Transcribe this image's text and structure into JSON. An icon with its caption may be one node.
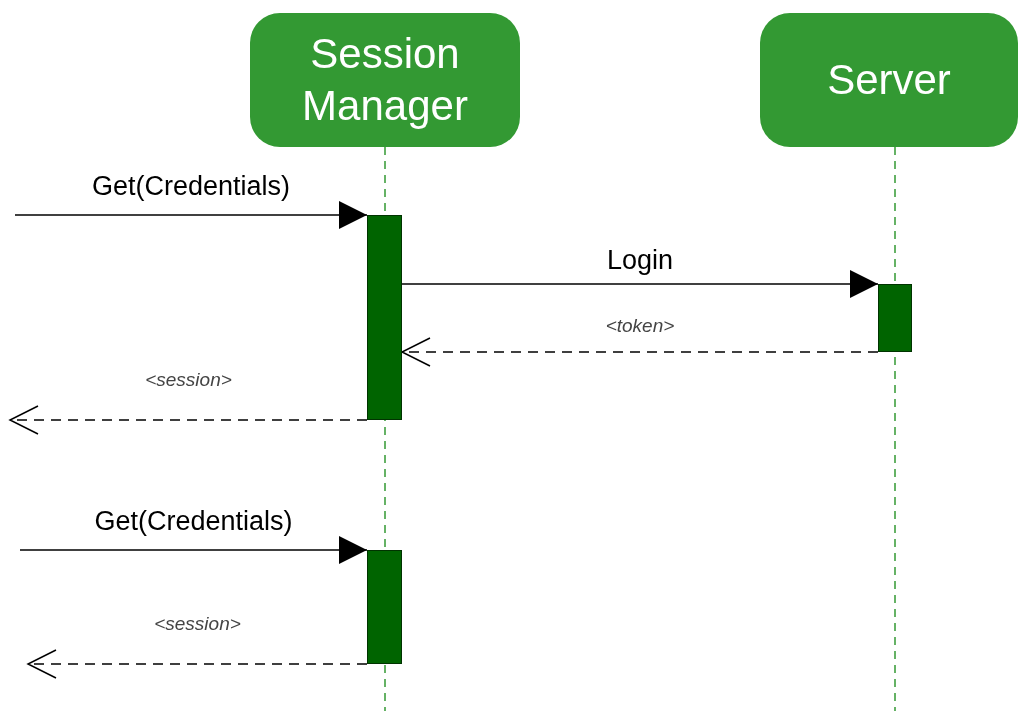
{
  "diagram": {
    "nodes": [
      {
        "text": [
          "Session Manager"
        ]
      },
      {
        "text": [
          "Server"
        ]
      },
      {
        "text": [],
        "shape": "bar"
      },
      {
        "text": [],
        "shape": "bar"
      },
      {
        "text": [],
        "shape": "bar"
      }
    ],
    "edges": [
      {
        "from": null,
        "to": 2,
        "arrow": "to",
        "label": "Get(Credentials)"
      },
      {
        "from": 2,
        "to": 3,
        "arrow": "to",
        "label": "Login"
      },
      {
        "from": 3,
        "to": 2,
        "arrow": "to",
        "label": "<token>",
        "style": "dashed"
      },
      {
        "from": 2,
        "to": null,
        "arrow": "to",
        "label": "<session>",
        "style": "dashed"
      },
      {
        "from": null,
        "to": 4,
        "arrow": "to",
        "label": "Get(Credentials)"
      },
      {
        "from": 4,
        "to": null,
        "arrow": "to",
        "label": "<session>",
        "style": "dashed"
      }
    ]
  }
}
